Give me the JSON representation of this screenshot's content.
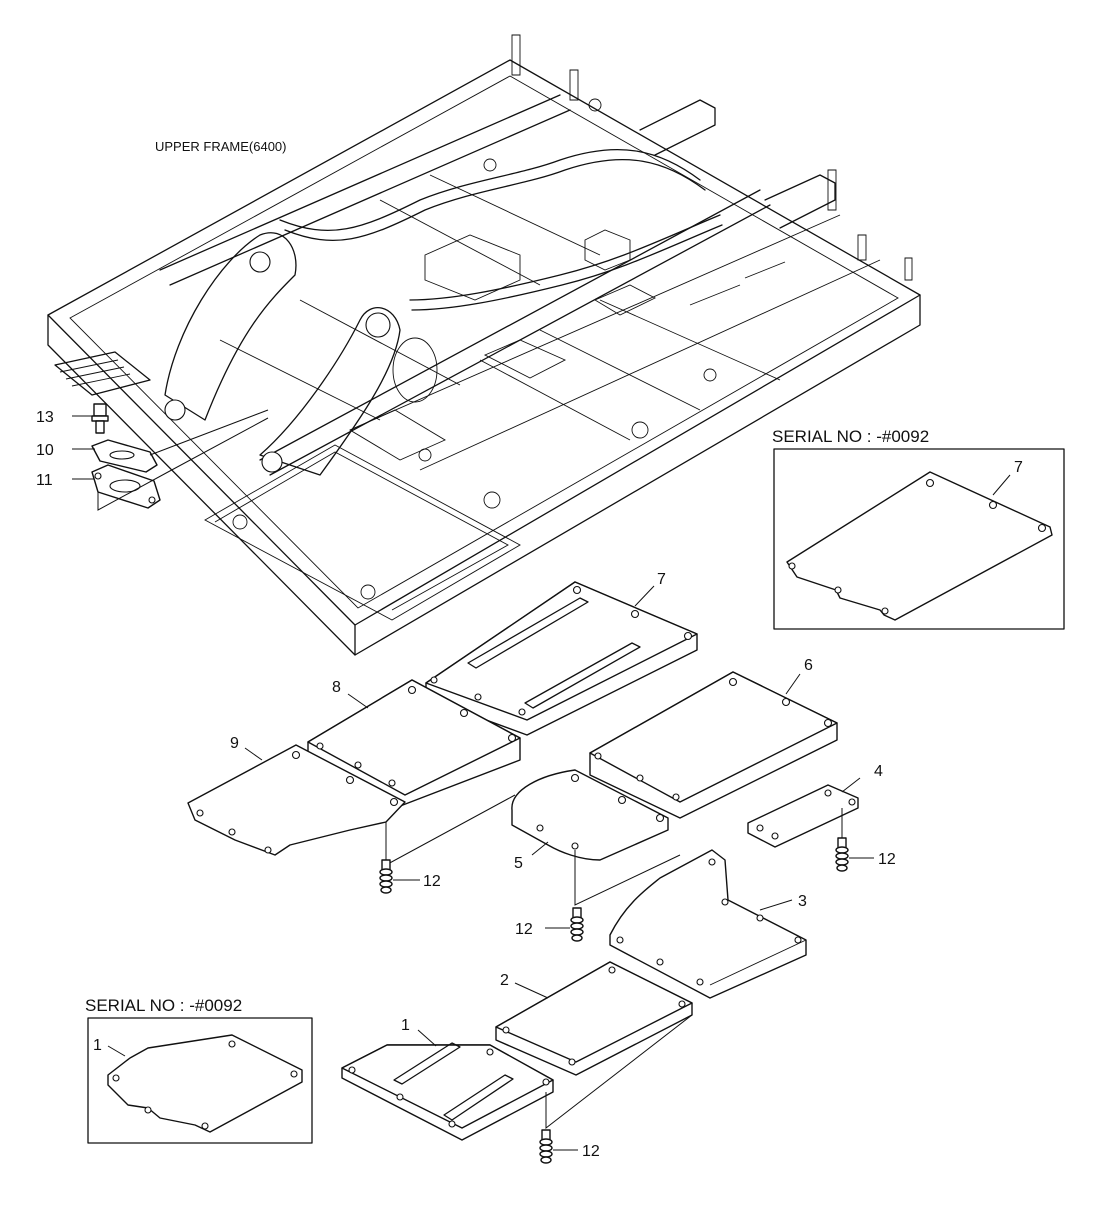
{
  "frame_label": "UPPER FRAME(6400)",
  "inset_labels": {
    "top_right": "SERIAL NO : -#0092",
    "bottom_left": "SERIAL NO : -#0092"
  },
  "callouts": {
    "c1": "1",
    "c1_inset": "1",
    "c2": "2",
    "c3": "3",
    "c4": "4",
    "c5": "5",
    "c6": "6",
    "c7": "7",
    "c7_inset": "7",
    "c8": "8",
    "c9": "9",
    "c10": "10",
    "c11": "11",
    "c12_a": "12",
    "c12_b": "12",
    "c12_c": "12",
    "c12_d": "12",
    "c13": "13"
  }
}
